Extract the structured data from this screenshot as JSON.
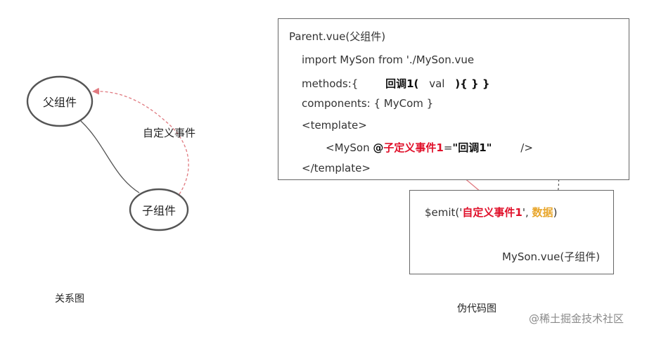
{
  "relation_diagram": {
    "parent_node": "父组件",
    "child_node": "子组件",
    "edge_label": "自定义事件",
    "caption": "关系图"
  },
  "parent_code": {
    "line1": "Parent.vue(父组件)",
    "line2": "import MySon from './MySon.vue",
    "line3_prefix": "methods:{",
    "line3_callback": "回调1(",
    "line3_param": "val",
    "line3_suffix": "){  } }",
    "line4": "components: { MyCom }",
    "line5": "<template>",
    "line6_tag": "<MySon ",
    "line6_at": "@",
    "line6_event": "子定义事件1",
    "line6_eq": "=",
    "line6_value": "\"回调1\"",
    "line6_close": "/>",
    "line7": "</template>"
  },
  "child_code": {
    "emit_prefix": "$emit('",
    "emit_event": "自定义事件1",
    "emit_mid": "', ",
    "emit_data": "数据",
    "emit_suffix": ")",
    "file_label": "MySon.vue(子组件)"
  },
  "pseudo_caption": "伪代码图",
  "watermark": "@稀土掘金技术社区",
  "colors": {
    "red_text": "#e0102a",
    "gold_text": "#e8a62c",
    "pink_arrow": "#e07a80",
    "dark_arrow": "#555555"
  }
}
